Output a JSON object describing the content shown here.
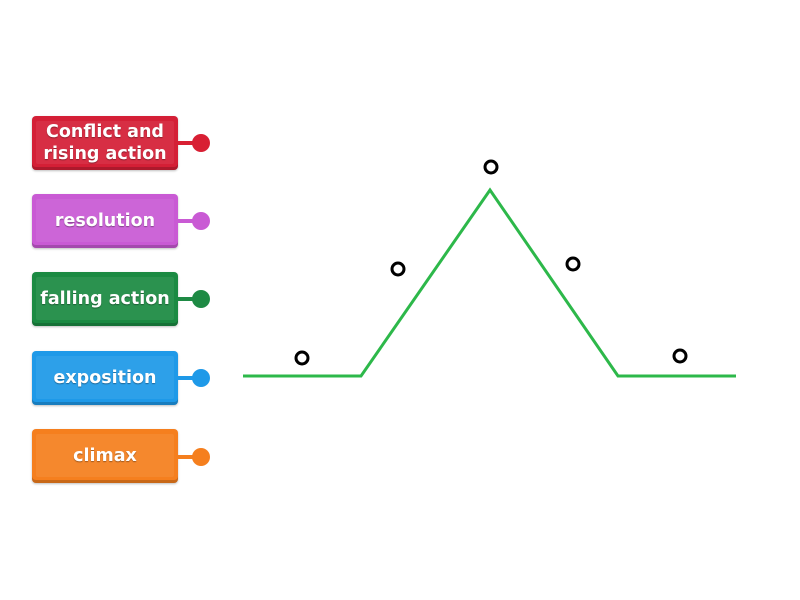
{
  "labels": [
    {
      "text": "Conflict and\nrising action",
      "color": "#d41f36",
      "pin_color": "#d81f33"
    },
    {
      "text": "resolution",
      "color": "#c95ad4",
      "pin_color": "#c95ad4"
    },
    {
      "text": "falling action",
      "color": "#1b8a42",
      "pin_color": "#1e8a44"
    },
    {
      "text": "exposition",
      "color": "#1e99e8",
      "pin_color": "#1e99e8"
    },
    {
      "text": "climax",
      "color": "#f57f1e",
      "pin_color": "#f57f1e"
    }
  ],
  "plot_line": {
    "color": "#2db84a",
    "shape": "plot-mountain"
  },
  "drop_targets": {
    "count": 5,
    "style": "open-circle",
    "color": "#000000"
  }
}
